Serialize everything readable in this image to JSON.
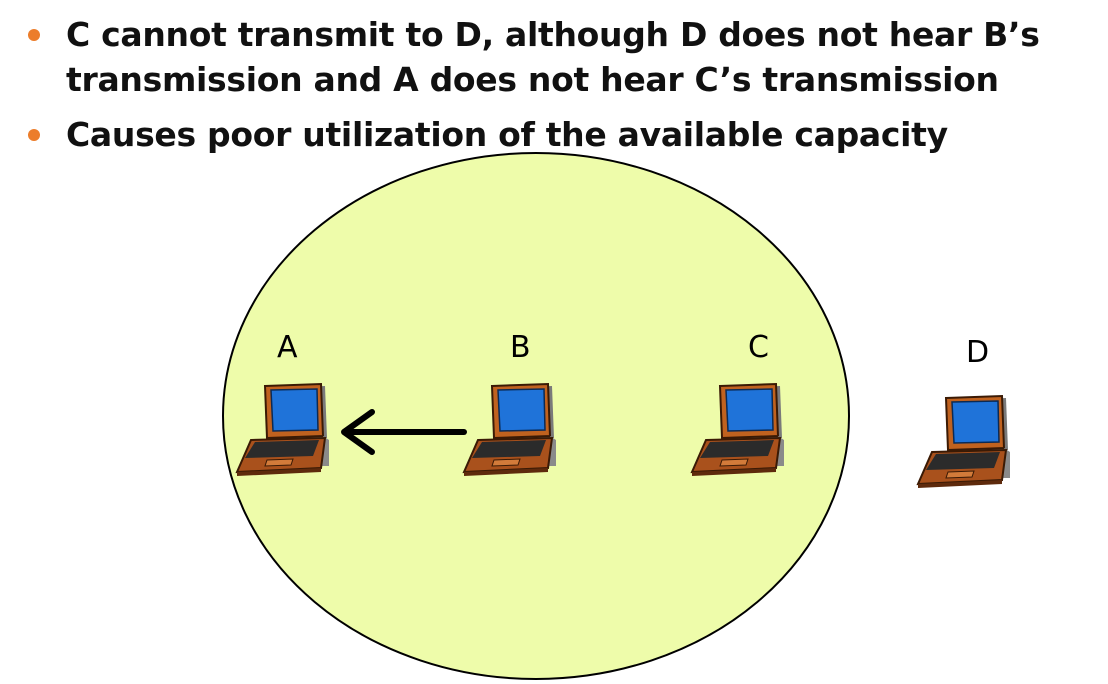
{
  "bullets": [
    {
      "line1": "C cannot transmit to D, although D does not hear B’s",
      "line2": "transmission and A does not hear C’s transmission"
    },
    {
      "line1": "Causes poor utilization of the available capacity"
    }
  ],
  "nodes": [
    {
      "label": "A"
    },
    {
      "label": "B"
    },
    {
      "label": "C"
    },
    {
      "label": "D"
    }
  ],
  "colors": {
    "bullet": "#ec7d2b",
    "range_fill": "#eefcaa",
    "screen": "#1f73d9",
    "laptop_body": "#b5561b"
  },
  "icons": [
    "laptop-icon",
    "arrow-left-icon"
  ]
}
